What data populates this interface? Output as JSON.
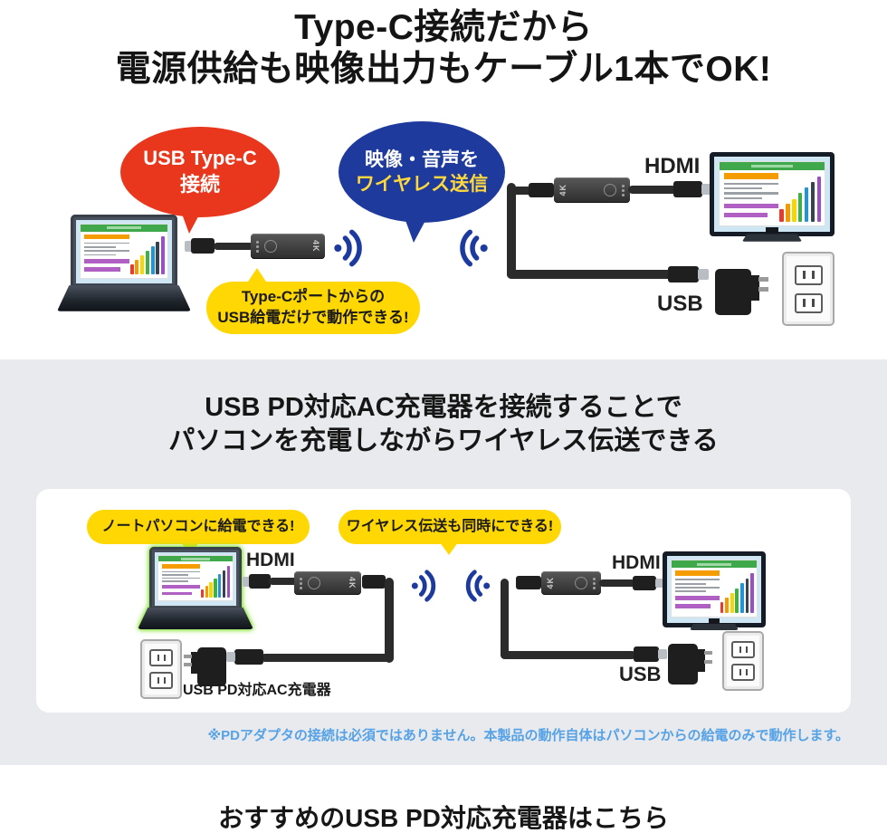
{
  "header": {
    "title_line1": "Type-C接続だから",
    "title_line2": "電源供給も映像出力もケーブル1本でOK!"
  },
  "diagram1": {
    "bubble_typec": {
      "line1": "USB Type-C",
      "line2": "接続"
    },
    "bubble_wireless": {
      "line1": "映像・音声を",
      "line2": "ワイヤレス送信"
    },
    "bubble_power": {
      "line1": "Type-Cポートからの",
      "line2": "USB給電だけで動作できる!"
    },
    "hdmi_label": "HDMI",
    "usb_label": "USB",
    "device_badge": "4K"
  },
  "section_pd": {
    "heading_line1": "USB PD対応AC充電器を接続することで",
    "heading_line2": "パソコンを充電しながらワイヤレス伝送できる",
    "bubble_charge": "ノートパソコンに給電できる!",
    "bubble_simultaneous": "ワイヤレス伝送も同時にできる!",
    "hdmi_label_left": "HDMI",
    "hdmi_label_right": "HDMI",
    "usb_label": "USB",
    "charger_label": "USB PD対応AC充電器",
    "device_badge": "4K",
    "footnote": "※PDアダプタの接続は必須ではありません。本製品の動作自体はパソコンからの給電のみで動作します。"
  },
  "footer": {
    "heading": "おすすめのUSB PD対応充電器はこちら"
  },
  "colors": {
    "red_bubble": "#e8371c",
    "blue_bubble": "#1e3a9c",
    "yellow_bubble": "#ffd702",
    "yellow_text": "#ffd83c",
    "wifi_blue": "#1d3a9e",
    "note_blue": "#55a2e6",
    "section_gray": "#e9eaed",
    "glow_green": "#8ce04a"
  }
}
